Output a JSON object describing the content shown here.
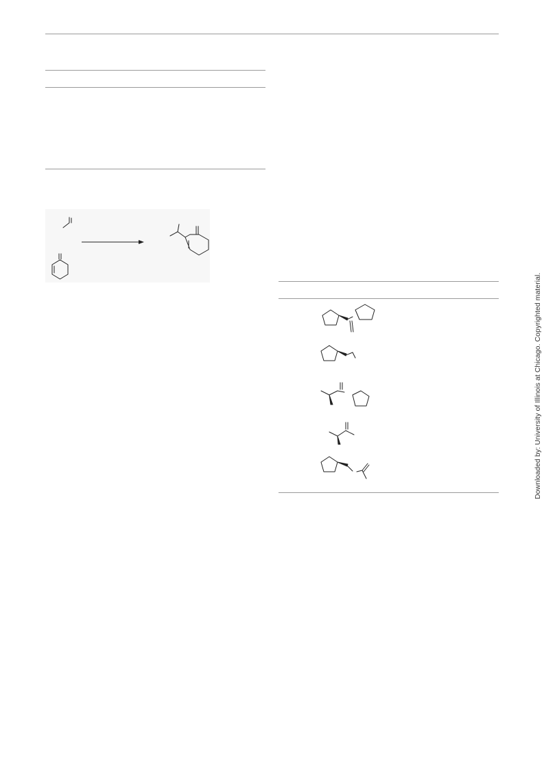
{
  "watermark": {
    "text": "Downloaded by: University of Illinois at Chicago. Copyrighted material."
  },
  "structures": {
    "scheme": [
      "propene",
      "methylenecyclohexene",
      "isopropyl-methylenecyclohexene-product"
    ],
    "table": [
      "pyrrolidine-amide-catalyst",
      "prolinol-ether-catalyst",
      "alaninamide-catalyst",
      "alanine-ketone-catalyst",
      "pyrrolidine-ester-catalyst"
    ]
  }
}
